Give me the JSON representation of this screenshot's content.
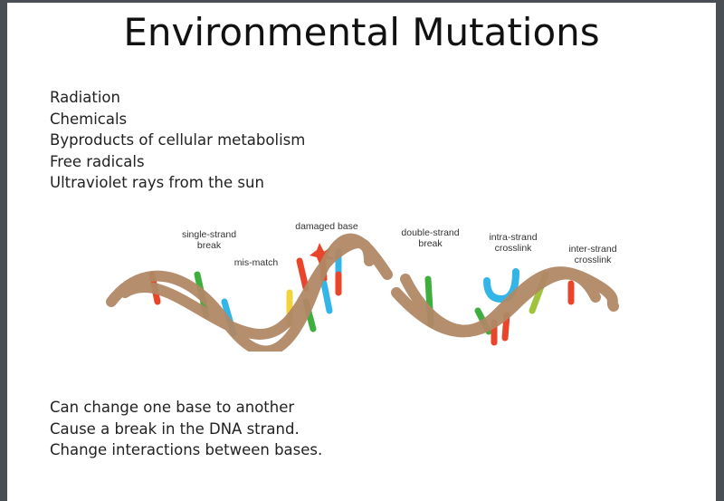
{
  "title": "Environmental Mutations",
  "causes": [
    "Radiation",
    "Chemicals",
    "Byproducts of cellular metabolism",
    "Free radicals",
    "Ultraviolet rays from the sun"
  ],
  "diagram_labels": {
    "single_strand_break": "single-strand break",
    "mis_match": "mis-match",
    "damaged_base": "damaged base",
    "double_strand_break": "double-strand break",
    "intra_strand_crosslink": "intra-strand crosslink",
    "inter_strand_crosslink": "inter-strand crosslink"
  },
  "effects": [
    "Can change one base to another",
    "Cause a break in the DNA strand.",
    "Change interactions between bases."
  ],
  "colors": {
    "strand": "#b08866",
    "red": "#e8452a",
    "blue": "#33b5e8",
    "green": "#3fae3f",
    "yellow": "#f2d43a"
  }
}
